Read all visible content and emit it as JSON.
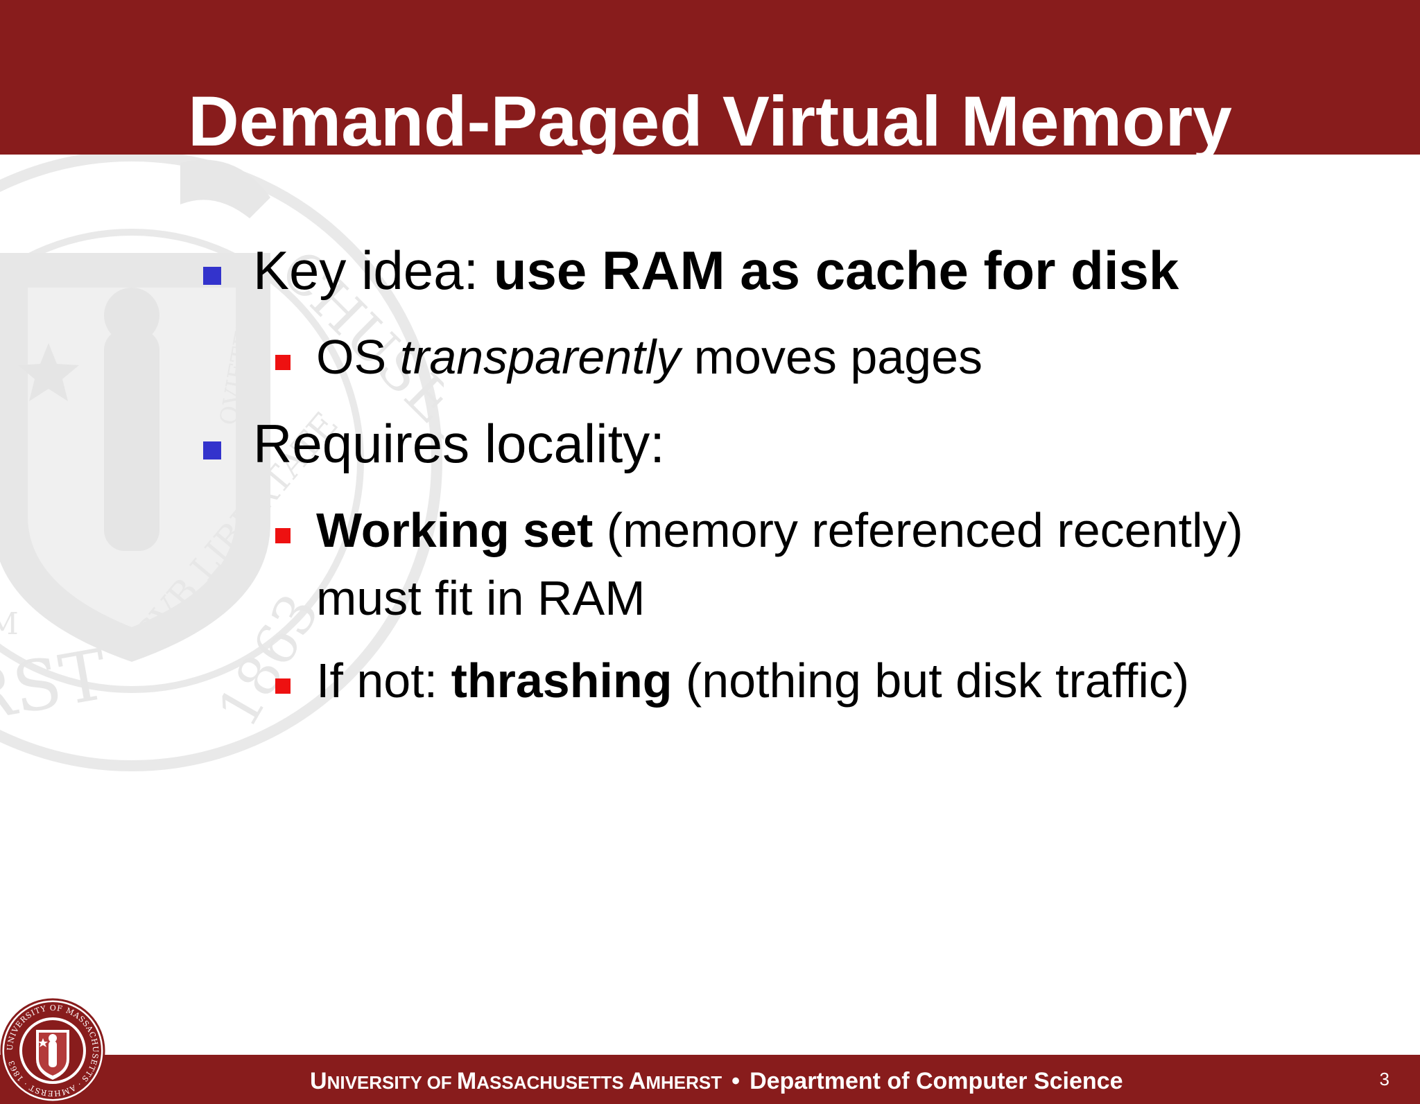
{
  "slide": {
    "title": "Demand-Paged Virtual Memory",
    "page_number": "3",
    "bullets": [
      {
        "level": 1,
        "marker_color": "#3333cc",
        "parts": [
          {
            "text": "Key idea: ",
            "style": "normal"
          },
          {
            "text": "use RAM as cache for disk",
            "style": "bold"
          }
        ]
      },
      {
        "level": 2,
        "marker_color": "#ee1111",
        "parts": [
          {
            "text": "OS ",
            "style": "normal"
          },
          {
            "text": "transparently",
            "style": "italic"
          },
          {
            "text": " moves pages",
            "style": "normal"
          }
        ]
      },
      {
        "level": 1,
        "marker_color": "#3333cc",
        "parts": [
          {
            "text": "Requires locality:",
            "style": "normal"
          }
        ]
      },
      {
        "level": 2,
        "marker_color": "#ee1111",
        "parts": [
          {
            "text": "Working set",
            "style": "bold"
          },
          {
            "text": " (memory referenced recently)",
            "style": "normal"
          }
        ],
        "continuation": "must fit in RAM"
      },
      {
        "level": 2,
        "marker_color": "#ee1111",
        "parts": [
          {
            "text": "If not: ",
            "style": "normal"
          },
          {
            "text": "thrashing",
            "style": "bold"
          },
          {
            "text": " (nothing but disk traffic)",
            "style": "normal"
          }
        ]
      }
    ]
  },
  "footer": {
    "university_U": "U",
    "university_rest1": "NIVERSITY OF ",
    "university_M": "M",
    "university_rest2": "ASSACHUSETTS ",
    "university_A": "A",
    "university_rest3": "MHERST",
    "separator": "•",
    "department": "Department of Computer Science"
  },
  "branding": {
    "logo_icon": "umass-seal-logo",
    "watermark_icon": "massachusetts-seal-watermark",
    "logo_ring_text": "UNIVERSITY OF MASSACHUSETTS · AMHERST · 1863",
    "watermark_text_1": "CHUSETTS",
    "watermark_text_2": "ERST",
    "watermark_text_3": "SVB LIBERTATE",
    "watermark_text_4": "QVIETEM",
    "watermark_text_5": "1863",
    "watermark_text_6": "AM"
  },
  "colors": {
    "bar": "#881c1c",
    "level1_marker": "#3333cc",
    "level2_marker": "#ee1111"
  }
}
